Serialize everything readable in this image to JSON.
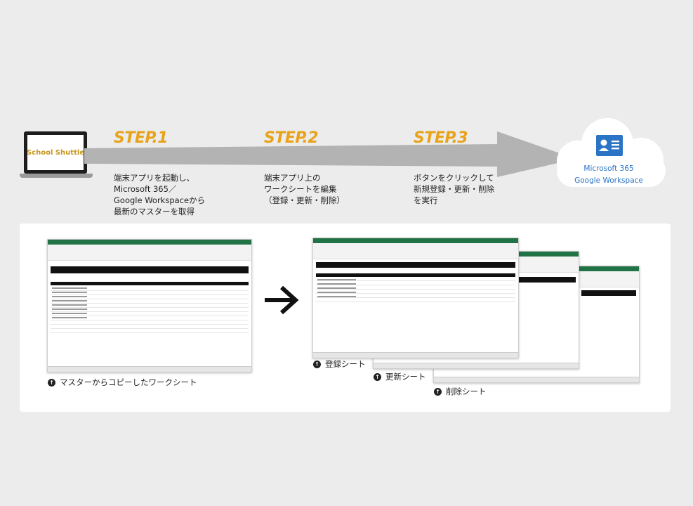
{
  "laptop": {
    "screen_label": "School Shuttle"
  },
  "steps": [
    {
      "label": "STEP.1",
      "text": "端末アプリを起動し、\nMicrosoft 365／\nGoogle Workspaceから\n最新のマスターを取得"
    },
    {
      "label": "STEP.2",
      "text": "端末アプリ上の\nワークシートを編集\n（登録・更新・削除）"
    },
    {
      "label": "STEP.3",
      "text": "ボタンをクリックして\n新規登録・更新・削除\nを実行"
    }
  ],
  "cloud": {
    "line1": "Microsoft 365",
    "line2": "Google Workspace",
    "icon": "id-card-icon"
  },
  "captions": {
    "master_copy": "マスターからコピーしたワークシート",
    "register": "登録シート",
    "update": "更新シート",
    "delete": "削除シート"
  },
  "colors": {
    "step": "#e8a31a",
    "excel": "#217346",
    "cloud_text": "#2b73c4",
    "arrow": "#b3b3b3"
  }
}
